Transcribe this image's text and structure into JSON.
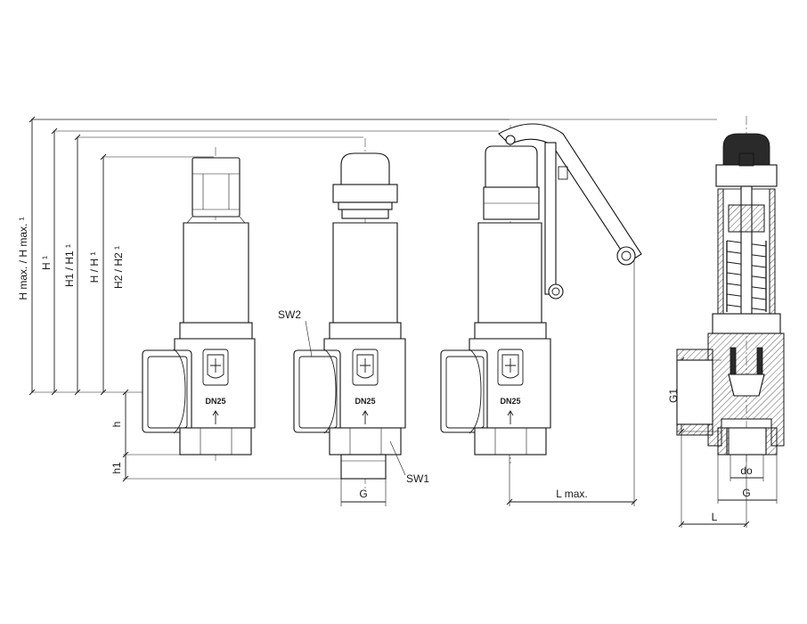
{
  "dimensions": {
    "h_max": "H max. / H max. ¹",
    "h": "H ¹",
    "h1": "H1 / H1 ¹",
    "h_h": "H / H ¹",
    "h2": "H2 / H2 ¹",
    "small_h": "h",
    "small_h1": "h1",
    "g_bottom": "G",
    "l_max": "L max.",
    "g1": "G1",
    "do": "do",
    "g_section": "G",
    "l": "L"
  },
  "callouts": {
    "sw1": "SW1",
    "sw2": "SW2"
  },
  "markings": {
    "dn": "DN25"
  },
  "colors": {
    "line": "#1a1a1a",
    "background": "#ffffff"
  }
}
